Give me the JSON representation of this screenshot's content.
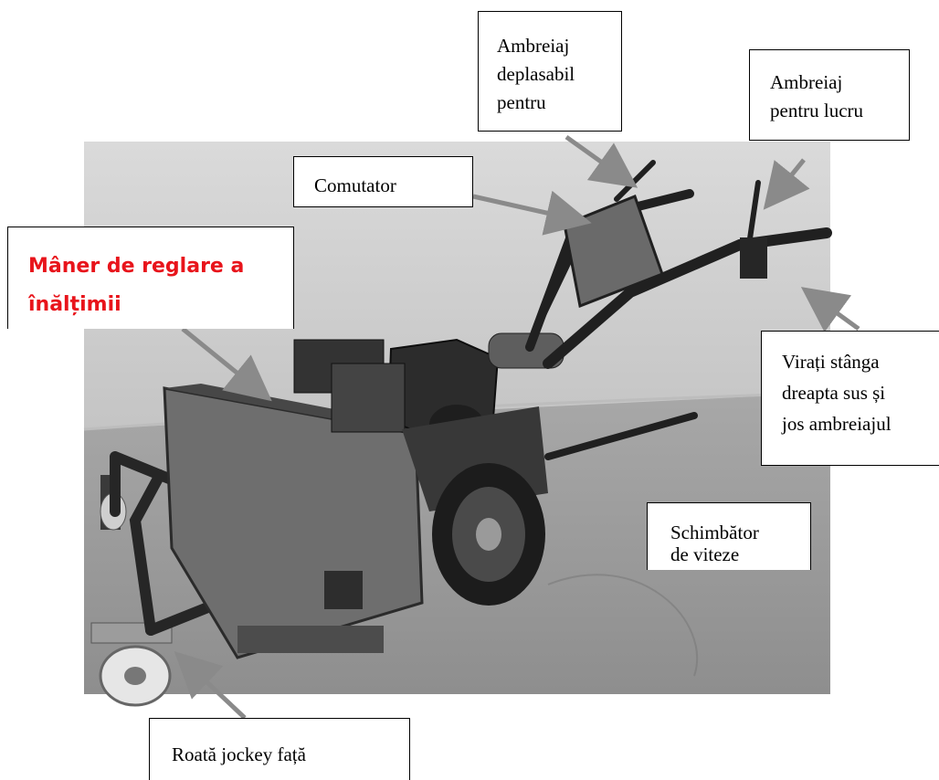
{
  "labels": {
    "ambreiaj_deplasabil": [
      "Ambreiaj",
      "deplasabil",
      "pentru"
    ],
    "ambreiaj_lucru": [
      "Ambreiaj",
      "pentru lucru"
    ],
    "comutator": [
      "Comutator"
    ],
    "maner_reglare": [
      "Mâner de reglare a",
      "înălțimii"
    ],
    "virati": [
      "Virați stânga",
      "dreapta sus și",
      "jos ambreiajul"
    ],
    "schimbator": [
      "Schimbător",
      "de viteze"
    ],
    "roata": [
      "Roată jockey față"
    ]
  },
  "colors": {
    "label_text": "#000000",
    "highlight_label": "#e8141b",
    "arrow": "#8a8a8a",
    "photo_bg": "#b8b8b8",
    "floor": "#9a9a9a",
    "wall": "#d2d2d2",
    "machine_dark": "#2a2a2a"
  }
}
